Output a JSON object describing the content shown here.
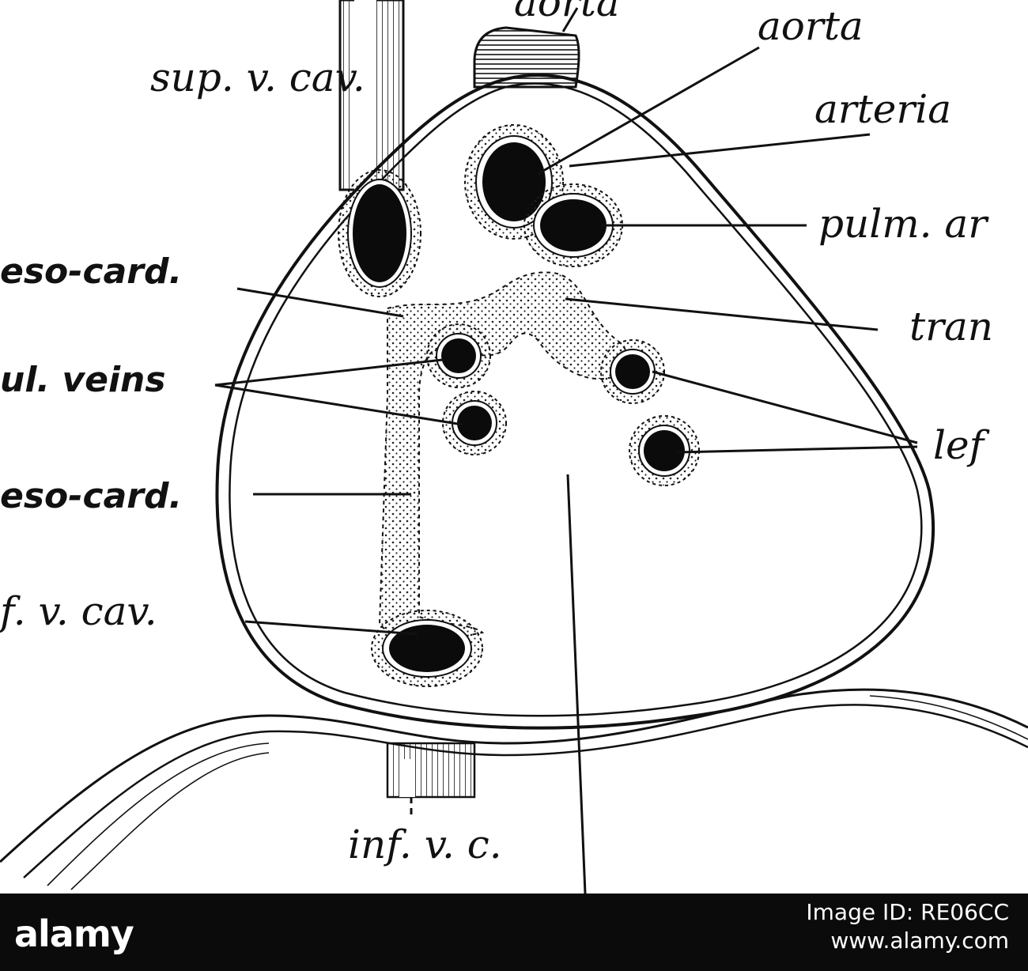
{
  "labels": {
    "aorta_top": "aorta",
    "aorta": "aorta",
    "sup_v_cav": "sup. v. cav.",
    "arteria": "arteria",
    "pulm_ar": "pulm. ar",
    "meso_card_1": "eso-card.",
    "tran": "tran",
    "pul_veins": "ul. veins",
    "lef": "lef",
    "meso_card_2": "eso-card.",
    "f_v_cav": "f. v. cav.",
    "inf_v_c": "inf. v. c."
  },
  "watermark": {
    "brand": "alamy",
    "image_id_line": "Image ID: RE06CC",
    "site": "www.alamy.com"
  }
}
